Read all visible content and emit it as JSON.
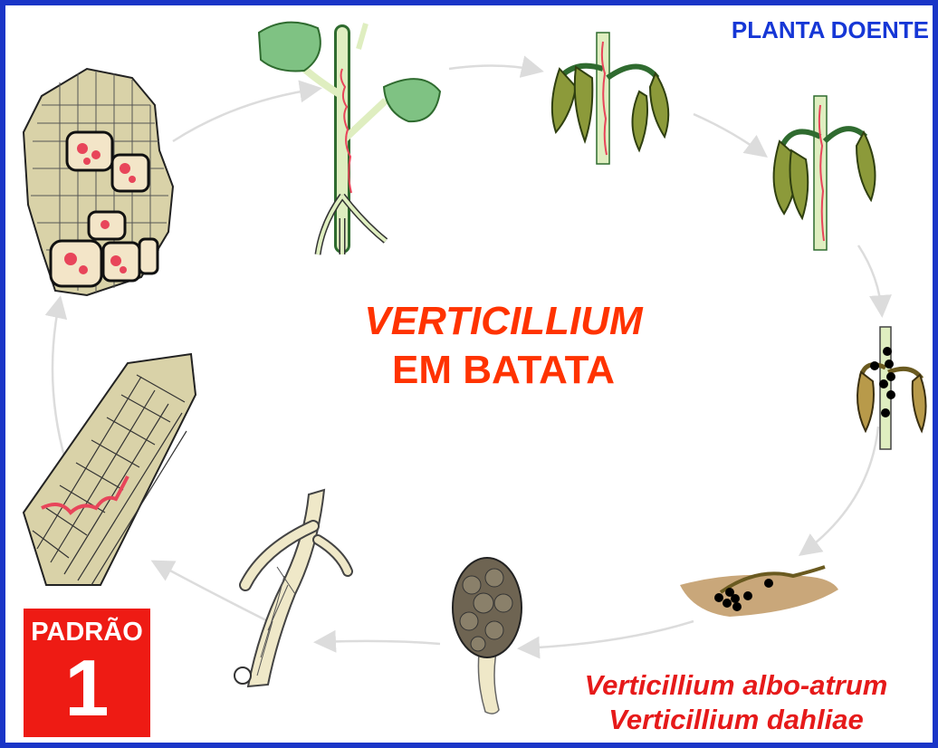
{
  "header": {
    "label": "PLANTA DOENTE"
  },
  "title": {
    "line1": "VERTICILLIUM",
    "line2": "EM BATATA"
  },
  "species": [
    "Verticillium albo-atrum",
    "Verticillium dahliae"
  ],
  "badge": {
    "label": "PADRÃO",
    "number": "1"
  },
  "colors": {
    "border": "#1a35c7",
    "header_text": "#1637d6",
    "title_text": "#ff3300",
    "species_text": "#e61a1a",
    "badge_bg": "#ee1b14",
    "leaf_green": "#7fc283",
    "leaf_diseased": "#8c9a3a",
    "stem": "#dfeec0",
    "tissue": "#d9d2a8",
    "hyphae": "#e8455a",
    "microsclerotia": "#000000",
    "cycle_arrow": "#dcdcdc"
  },
  "stages": [
    {
      "icon": "infected-tissue-cells-icon"
    },
    {
      "icon": "infected-seedling-icon"
    },
    {
      "icon": "wilting-plant-icon"
    },
    {
      "icon": "advanced-wilt-plant-icon"
    },
    {
      "icon": "dead-stem-microsclerotia-icon"
    },
    {
      "icon": "plant-debris-soil-icon"
    },
    {
      "icon": "microsclerotium-germinating-icon"
    },
    {
      "icon": "root-penetration-icon"
    },
    {
      "icon": "root-cortex-infection-icon"
    }
  ]
}
